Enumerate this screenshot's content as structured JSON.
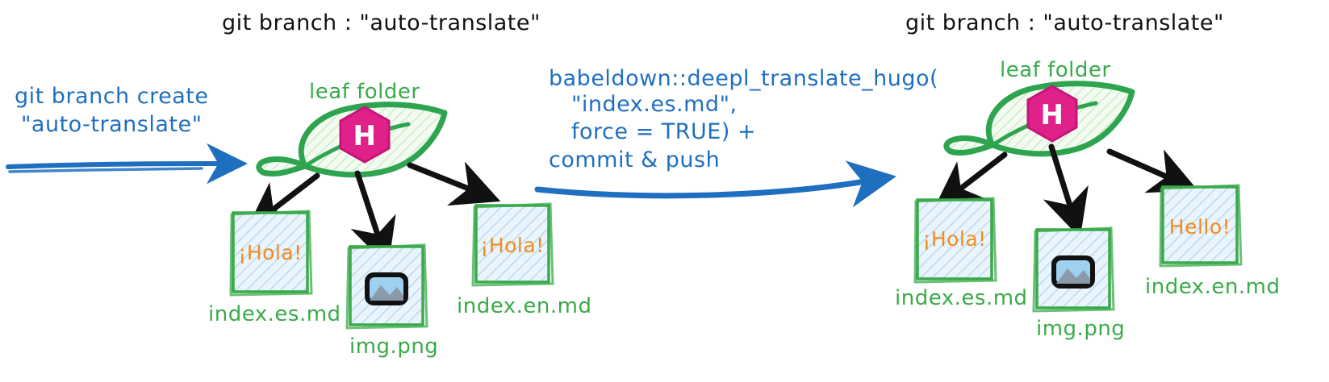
{
  "diagram": {
    "title": "babeldown deepl_translate_hugo git branch workflow",
    "colors": {
      "blue": "#1f6fc0",
      "green": "#3aaa4a",
      "orange": "#f28c1e",
      "magenta": "#e0218a",
      "black": "#111111",
      "box_fill": "#dceaf7",
      "leaf_fill": "#e9f6e6"
    }
  },
  "left_panel": {
    "branch_title": "git branch : \"auto-translate\"",
    "leaf_label": "leaf folder",
    "hugo_letter": "H",
    "files": [
      {
        "name": "index.es.md",
        "content": "¡Hola!",
        "kind": "markdown"
      },
      {
        "name": "img.png",
        "content": "",
        "kind": "image"
      },
      {
        "name": "index.en.md",
        "content": "¡Hola!",
        "kind": "markdown"
      }
    ]
  },
  "right_panel": {
    "branch_title": "git branch : \"auto-translate\"",
    "leaf_label": "leaf folder",
    "hugo_letter": "H",
    "files": [
      {
        "name": "index.es.md",
        "content": "¡Hola!",
        "kind": "markdown"
      },
      {
        "name": "img.png",
        "content": "",
        "kind": "image"
      },
      {
        "name": "index.en.md",
        "content": "Hello!",
        "kind": "markdown"
      }
    ]
  },
  "left_annotation": {
    "lines": [
      "git branch create",
      "\"auto-translate\""
    ]
  },
  "center_annotation": {
    "lines": [
      "babeldown::deepl_translate_hugo(",
      "\"index.es.md\",",
      "force = TRUE) +",
      "commit & push"
    ]
  }
}
